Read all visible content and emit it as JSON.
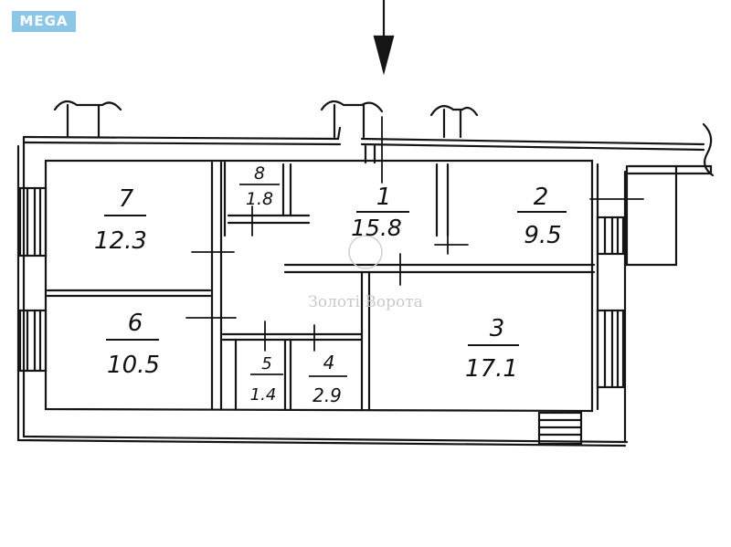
{
  "watermark_badge": {
    "text": "MEGA",
    "bg": "#8cc7e8"
  },
  "plan_watermark": {
    "text": "Золоті Ворота"
  },
  "colors": {
    "ink": "#151515",
    "paper": "#ffffff"
  },
  "rooms": [
    {
      "number": "1",
      "area": "15.8"
    },
    {
      "number": "2",
      "area": "9.5"
    },
    {
      "number": "3",
      "area": "17.1"
    },
    {
      "number": "4",
      "area": "2.9"
    },
    {
      "number": "5",
      "area": "1.4"
    },
    {
      "number": "6",
      "area": "10.5"
    },
    {
      "number": "7",
      "area": "12.3"
    },
    {
      "number": "8",
      "area": "1.8"
    }
  ]
}
